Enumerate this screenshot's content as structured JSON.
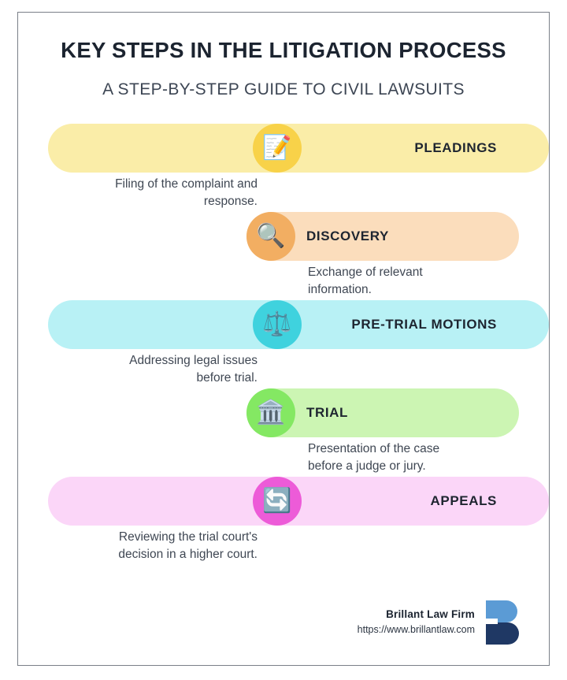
{
  "header": {
    "title": "KEY STEPS IN THE LITIGATION PROCESS",
    "subtitle": "A STEP-BY-STEP GUIDE TO CIVIL LAWSUITS"
  },
  "steps": [
    {
      "label": "PLEADINGS",
      "description": "Filing of the complaint and\nresponse.",
      "icon": "memo-icon",
      "icon_glyph": "📝",
      "side": "left",
      "pill_color": "#FAEDA8",
      "circle_color": "#F8D249"
    },
    {
      "label": "DISCOVERY",
      "description": "Exchange of relevant\ninformation.",
      "icon": "magnifying-glass-icon",
      "icon_glyph": "🔍",
      "side": "right",
      "pill_color": "#FBDDBC",
      "circle_color": "#F2AE62"
    },
    {
      "label": "PRE-TRIAL MOTIONS",
      "description": "Addressing legal issues\nbefore trial.",
      "icon": "balance-scale-icon",
      "icon_glyph": "⚖️",
      "side": "left",
      "pill_color": "#B8F1F5",
      "circle_color": "#3FD2DE"
    },
    {
      "label": "TRIAL",
      "description": "Presentation of the case\nbefore a judge or jury.",
      "icon": "classical-building-icon",
      "icon_glyph": "🏛️",
      "side": "right",
      "pill_color": "#CCF5B3",
      "circle_color": "#84E863"
    },
    {
      "label": "APPEALS",
      "description": "Reviewing the trial court's\ndecision in a higher court.",
      "icon": "refresh-sync-icon",
      "icon_glyph": "🔄",
      "side": "left",
      "pill_color": "#FBD6F8",
      "circle_color": "#ED5BD8"
    }
  ],
  "footer": {
    "firm_name": "Brillant Law Firm",
    "url": "https://www.brillantlaw.com",
    "logo_name": "brillant-b-logo",
    "logo_top_color": "#5B9BD5",
    "logo_bottom_color": "#1F3864"
  },
  "frame": {
    "border_color": "#7a7f88",
    "background": "#ffffff"
  }
}
